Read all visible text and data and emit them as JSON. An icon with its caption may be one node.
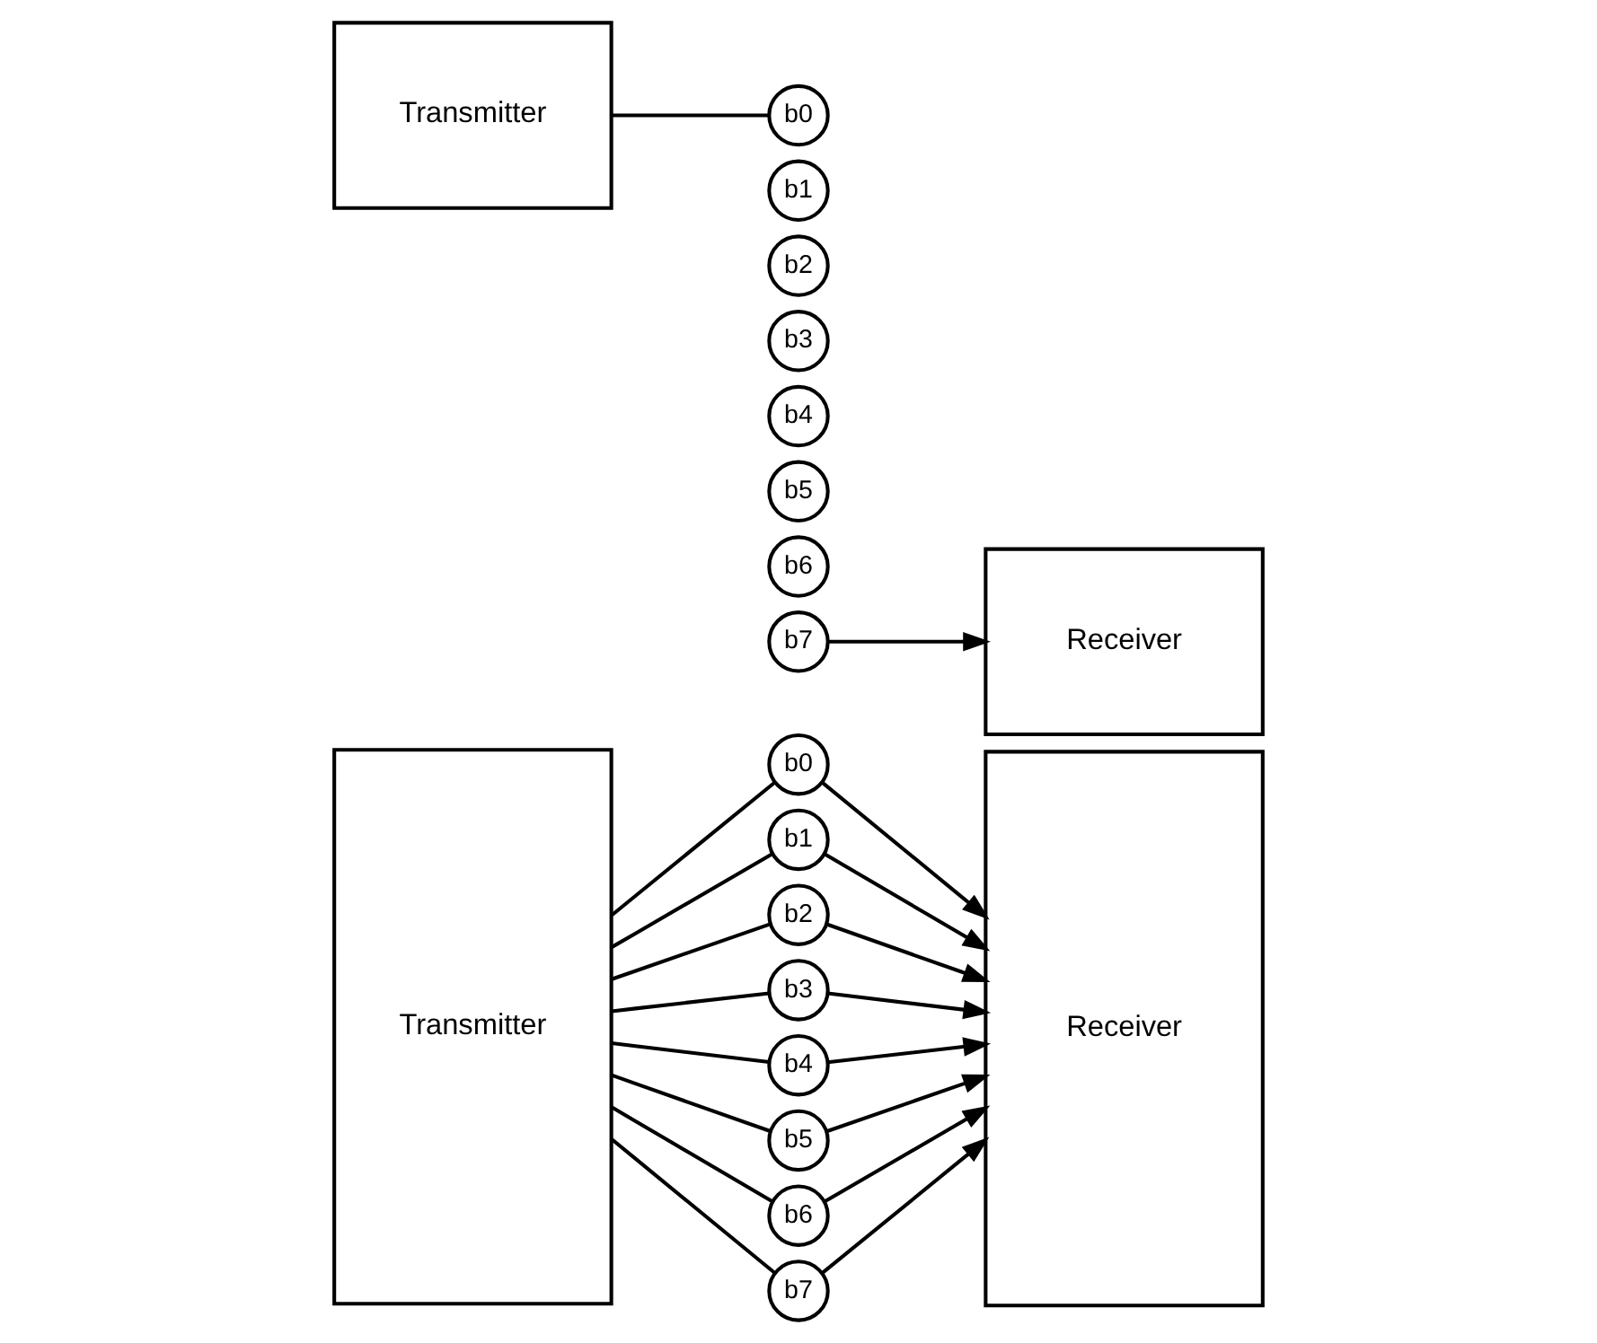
{
  "diagram": {
    "nodes": [
      {
        "text": [
          "Transmitter"
        ]
      },
      {
        "text": [
          "Receiver"
        ]
      },
      {
        "text": [
          "b0"
        ]
      },
      {
        "text": [
          "b1"
        ]
      },
      {
        "text": [
          "b2"
        ]
      },
      {
        "text": [
          "b3"
        ]
      },
      {
        "text": [
          "b4"
        ]
      },
      {
        "text": [
          "b5"
        ]
      },
      {
        "text": [
          "b6"
        ]
      },
      {
        "text": [
          "b7"
        ]
      },
      {
        "text": [
          "Transmitter"
        ]
      },
      {
        "text": [
          "b0"
        ]
      },
      {
        "text": [
          "b1"
        ]
      },
      {
        "text": [
          "b2"
        ]
      },
      {
        "text": [
          "b3"
        ]
      },
      {
        "text": [
          "b4"
        ]
      },
      {
        "text": [
          "b5"
        ]
      },
      {
        "text": [
          "b6"
        ]
      },
      {
        "text": [
          "b7"
        ]
      },
      {
        "text": [
          "Receiver"
        ]
      }
    ],
    "edges": [
      {
        "from": 0,
        "to": 2,
        "arrow": "none"
      },
      {
        "from": 2,
        "to": 1,
        "arrow": "to"
      },
      {
        "from": 0,
        "to": 3,
        "arrow": "none"
      },
      {
        "from": 3,
        "to": 1,
        "arrow": "to"
      },
      {
        "from": 0,
        "to": 4,
        "arrow": "none"
      },
      {
        "from": 4,
        "to": 1,
        "arrow": "to"
      },
      {
        "from": 0,
        "to": 5,
        "arrow": "none"
      },
      {
        "from": 5,
        "to": 1,
        "arrow": "to"
      },
      {
        "from": 0,
        "to": 6,
        "arrow": "none"
      },
      {
        "from": 6,
        "to": 1,
        "arrow": "to"
      },
      {
        "from": 0,
        "to": 7,
        "arrow": "none"
      },
      {
        "from": 7,
        "to": 1,
        "arrow": "to"
      },
      {
        "from": 0,
        "to": 8,
        "arrow": "none"
      },
      {
        "from": 8,
        "to": 1,
        "arrow": "to"
      },
      {
        "from": 0,
        "to": 9,
        "arrow": "none"
      },
      {
        "from": 9,
        "to": 1,
        "arrow": "to"
      },
      {
        "from": 10,
        "to": 11,
        "arrow": "none"
      },
      {
        "from": 18,
        "to": 19,
        "arrow": "to"
      }
    ]
  }
}
